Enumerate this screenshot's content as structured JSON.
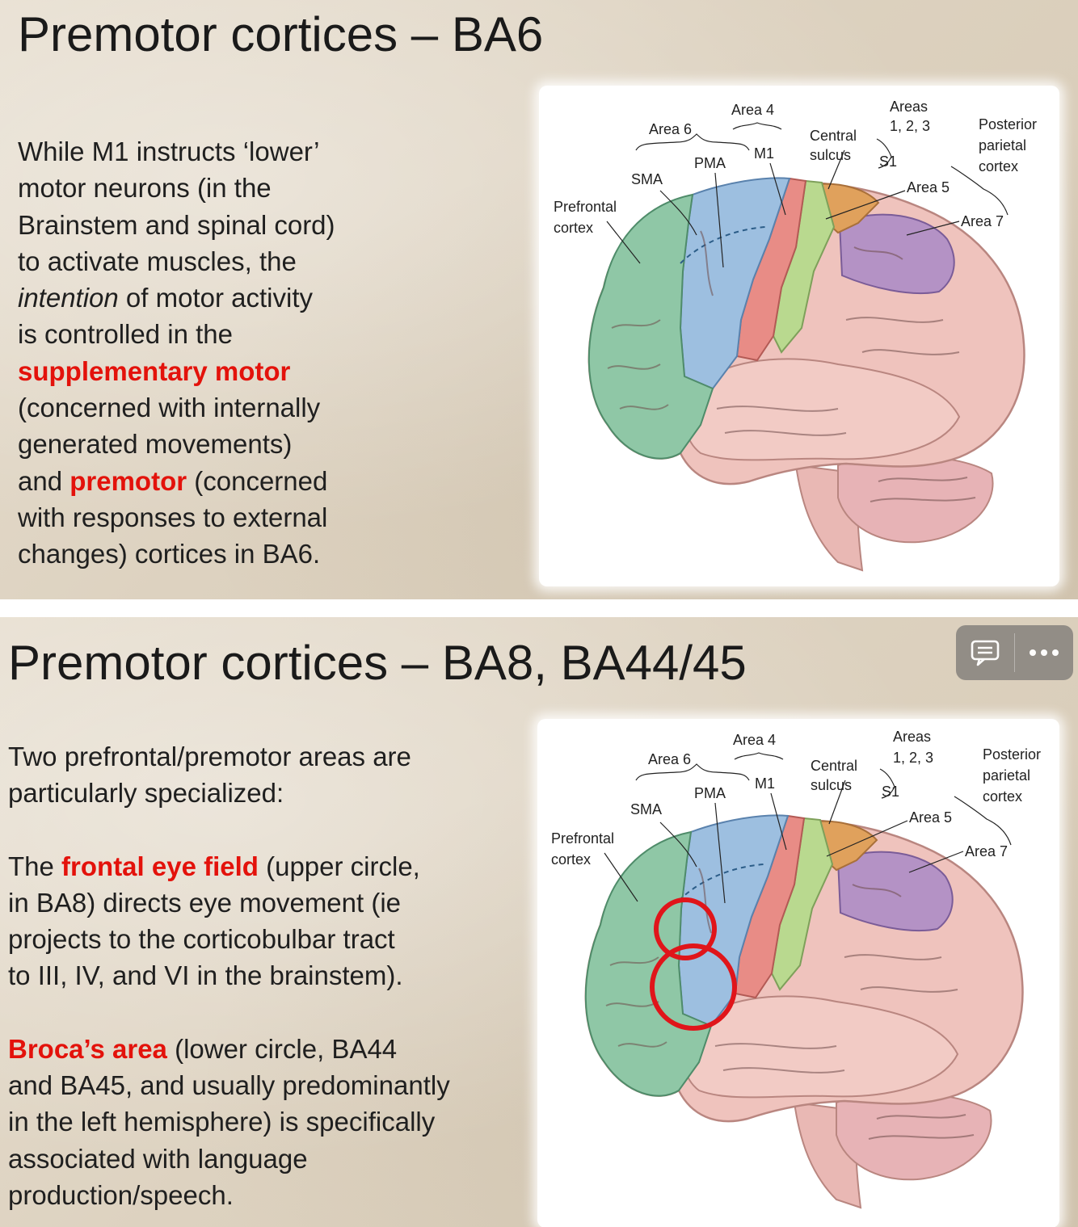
{
  "slides": [
    {
      "title": "Premotor cortices – BA6",
      "body": {
        "line1": "While M1 instructs ‘lower’",
        "line2": "motor neurons (in the",
        "line3": "Brainstem and spinal cord)",
        "line4": "to activate muscles, the",
        "line5_em": "intention",
        "line5_rest": " of motor activity",
        "line6": "is controlled in the",
        "line7_red": "supplementary motor",
        "line8": "(concerned with internally",
        "line9": "generated movements)",
        "line10_pre": "and ",
        "line10_red": "premotor",
        "line10_post": " (concerned",
        "line11": "with responses to external",
        "line12": "changes) cortices in BA6."
      },
      "figure_labels": {
        "area4": "Area 4",
        "areas": "Areas",
        "areas_nums": "1, 2, 3",
        "area6": "Area 6",
        "central": "Central",
        "sulcus": "sulcus",
        "posterior": "Posterior",
        "parietal": "parietal",
        "cortex_ppc": "cortex",
        "pma": "PMA",
        "m1": "M1",
        "s1": "S1",
        "sma": "SMA",
        "area5": "Area 5",
        "prefrontal": "Prefrontal",
        "cortex_pf": "cortex",
        "area7": "Area 7"
      }
    },
    {
      "title": "Premotor cortices – BA8, BA44/45",
      "body": {
        "p1_line1": "Two prefrontal/premotor areas are",
        "p1_line2": "particularly specialized:",
        "p2_line1_pre": "The ",
        "p2_line1_red": "frontal eye field",
        "p2_line1_post": " (upper circle,",
        "p2_line2": "in BA8) directs eye movement (ie",
        "p2_line3": "projects to the corticobulbar tract",
        "p2_line4": "to III, IV, and VI in the brainstem).",
        "p3_line1_red": "Broca’s area",
        "p3_line1_post": " (lower circle, BA44",
        "p3_line2": "and BA45, and usually predominantly",
        "p3_line3": "in the left hemisphere) is specifically",
        "p3_line4": "associated with language",
        "p3_line5": "production/speech."
      },
      "figure_labels": {
        "area4": "Area 4",
        "areas": "Areas",
        "areas_nums": "1, 2, 3",
        "area6": "Area 6",
        "central": "Central",
        "sulcus": "sulcus",
        "posterior": "Posterior",
        "parietal": "parietal",
        "cortex_ppc": "cortex",
        "pma": "PMA",
        "m1": "M1",
        "s1": "S1",
        "sma": "SMA",
        "area5": "Area 5",
        "prefrontal": "Prefrontal",
        "cortex_pf": "cortex",
        "area7": "Area 7"
      }
    }
  ],
  "toolbar": {
    "left_icon": "comment-icon",
    "right_icon": "more-options-icon"
  },
  "colors": {
    "highlight_red": "#e3120b",
    "prefrontal_green": "#8fc7a6",
    "premotor_blue": "#9dbfe0",
    "m1_red": "#e88c86",
    "s1_green": "#b9d98f",
    "area5_orange": "#e0a15c",
    "area7_purple": "#a98ac7",
    "cortex_pink": "#efc3bd",
    "circle_red": "#e0151a"
  }
}
